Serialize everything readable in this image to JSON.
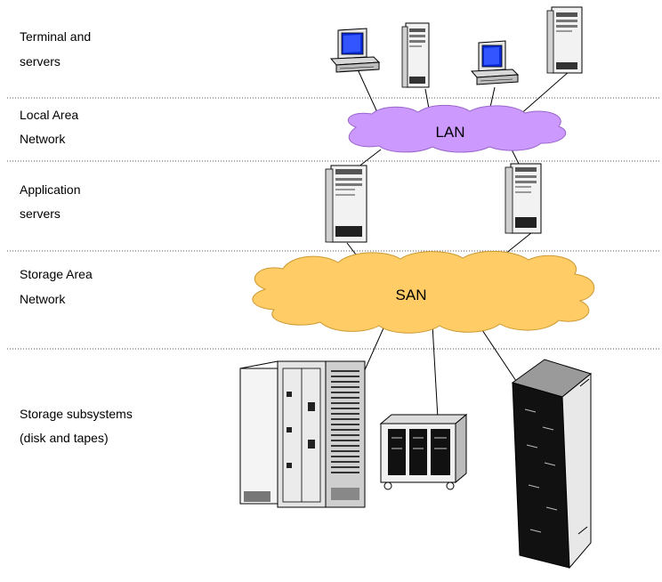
{
  "tiers": [
    {
      "id": "terminals",
      "lines": [
        "Terminal and",
        "servers"
      ]
    },
    {
      "id": "lan",
      "lines": [
        "Local Area",
        "Network"
      ]
    },
    {
      "id": "app-servers",
      "lines": [
        "Application",
        "servers"
      ]
    },
    {
      "id": "san",
      "lines": [
        "Storage Area",
        "Network"
      ]
    },
    {
      "id": "storage",
      "lines": [
        "Storage subsystems",
        "(disk and tapes)"
      ]
    }
  ],
  "clouds": {
    "lan": {
      "label": "LAN",
      "color": "#cc99ff"
    },
    "san": {
      "label": "SAN",
      "color": "#ffcc66"
    }
  }
}
